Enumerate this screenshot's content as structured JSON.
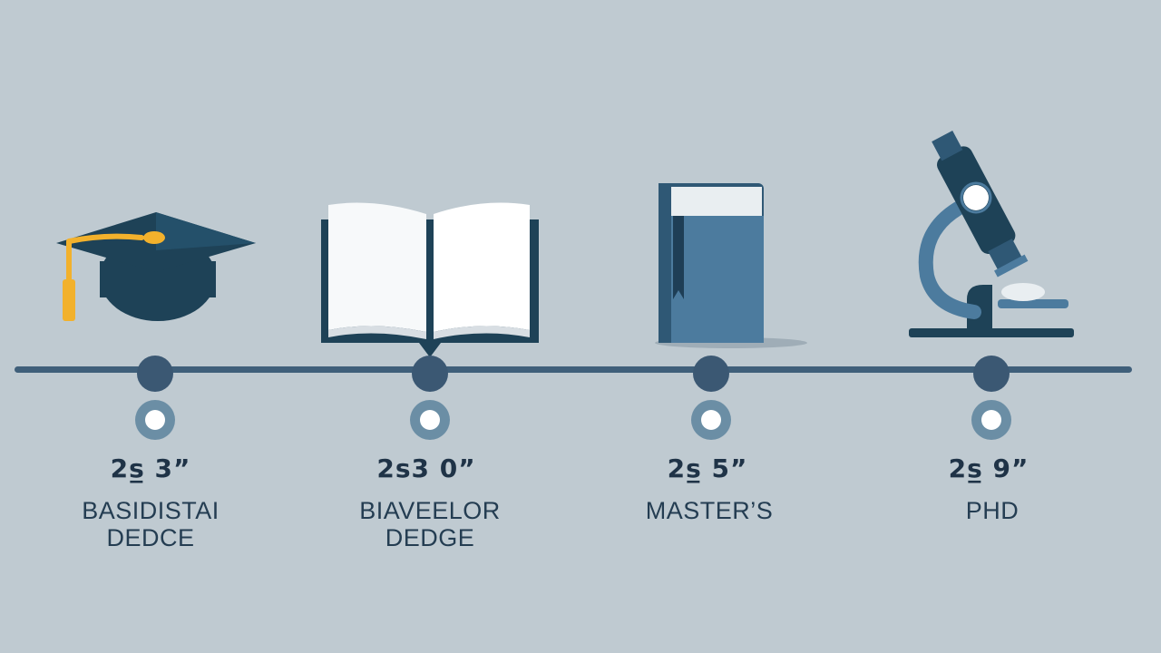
{
  "milestones": [
    {
      "year": "2s̲ 3”",
      "label_lines": [
        "BASIDISTAI",
        "DEDCE"
      ],
      "icon": "graduation-cap-icon"
    },
    {
      "year": "2s3 0”",
      "label_lines": [
        "BIAVEELOR",
        "DEDGE"
      ],
      "icon": "open-book-icon"
    },
    {
      "year": "2s̲ 5”",
      "label_lines": [
        "MASTER’S"
      ],
      "icon": "closed-book-icon"
    },
    {
      "year": "2s̲ 9”",
      "label_lines": [
        "PHD"
      ],
      "icon": "microscope-icon"
    }
  ],
  "colors": {
    "background": "#bfcad1",
    "timeline": "#3f5f7a",
    "node": "#3b5873",
    "ring": "#6b8ea5",
    "dark_teal": "#1e4257",
    "accent_gold": "#f2b12c",
    "book_blue": "#4c7b9e"
  }
}
